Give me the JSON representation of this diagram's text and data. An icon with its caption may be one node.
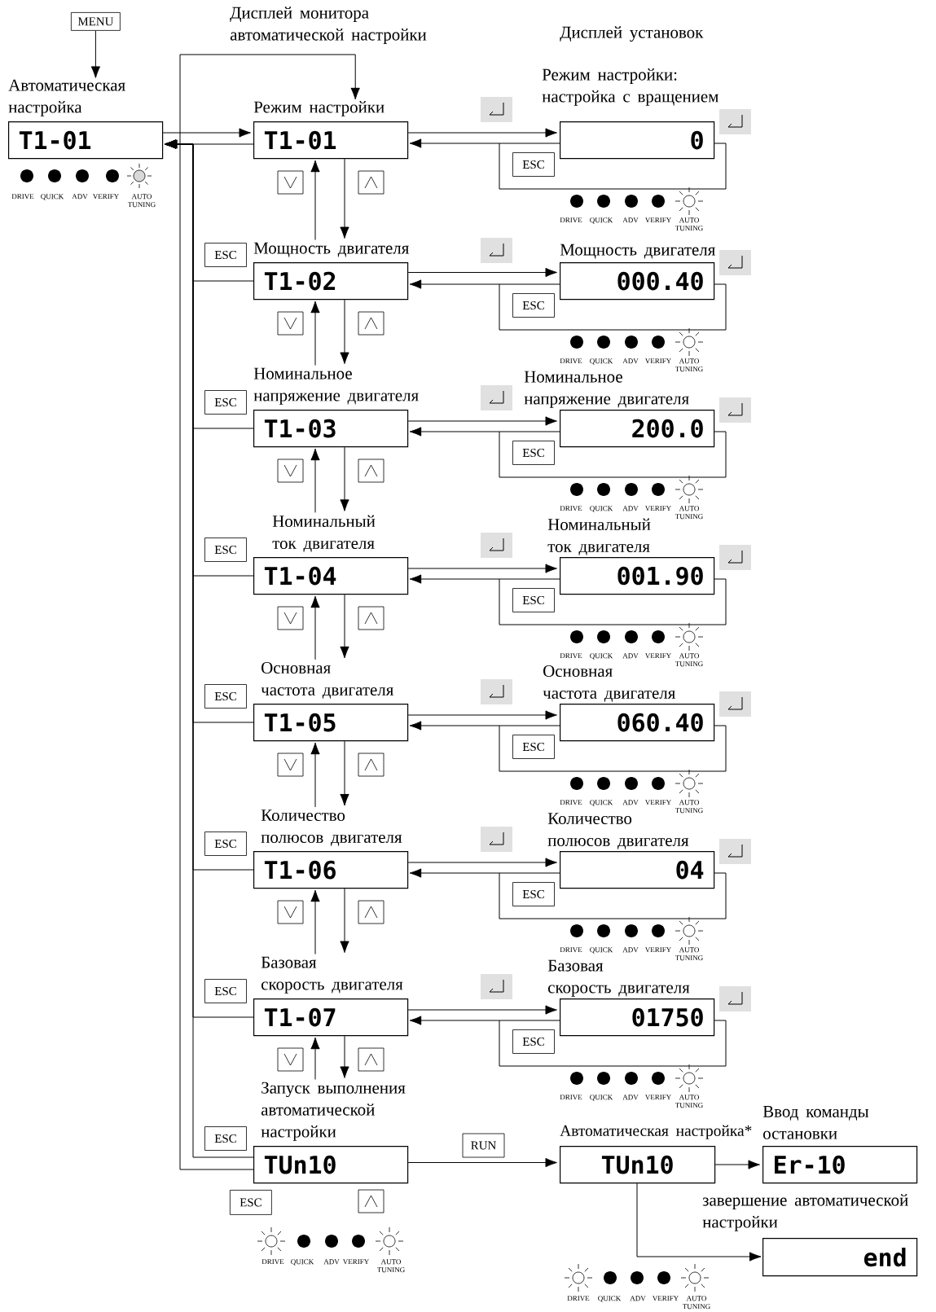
{
  "diagram": {
    "nodes": [
      {
        "text": [
          "MENU"
        ]
      },
      {
        "text": [
          "Автоматическая настройка",
          "T1-01"
        ]
      },
      {
        "text": [
          "Режим настройки",
          "T1-01"
        ]
      },
      {
        "text": [
          "Режим настройки: настройка с вращением",
          "0"
        ]
      },
      {
        "text": [
          "Мощность двигателя",
          "T1-02"
        ]
      },
      {
        "text": [
          "Мощность двигателя",
          "000.40"
        ]
      },
      {
        "text": [
          "Номинальное напряжение двигателя",
          "T1-03"
        ]
      },
      {
        "text": [
          "Номинальное напряжение двигателя",
          "200.0"
        ]
      },
      {
        "text": [
          "Номинальный ток двигателя",
          "T1-04"
        ]
      },
      {
        "text": [
          "Номинальный ток двигателя",
          "001.90"
        ]
      },
      {
        "text": [
          "Основная частота двигателя",
          "T1-05"
        ]
      },
      {
        "text": [
          "Основная частота двигателя",
          "060.40"
        ]
      },
      {
        "text": [
          "Количество полюсов двигателя",
          "T1-06"
        ]
      },
      {
        "text": [
          "Количество полюсов двигателя",
          "04"
        ]
      },
      {
        "text": [
          "Базовая скорость двигателя",
          "T1-07"
        ]
      },
      {
        "text": [
          "Базовая скорость двигателя",
          "01750"
        ]
      },
      {
        "text": [
          "Запуск выполнения автоматической настройки",
          "TUn10"
        ]
      },
      {
        "text": [
          "Автоматическая настройка*",
          "TUn10"
        ]
      },
      {
        "text": [
          "Ввод команды остановки",
          "Er-10"
        ]
      },
      {
        "text": [
          "завершение автоматической настройки",
          "end"
        ]
      },
      {
        "text": [
          "ESC"
        ]
      }
    ],
    "edges": [
      {
        "from": 0,
        "to": 1,
        "arrow": "to"
      },
      {
        "from": 1,
        "to": 2,
        "arrow": "to"
      },
      {
        "from": 2,
        "to": 1,
        "arrow": "to"
      },
      {
        "from": 2,
        "to": 3,
        "arrow": "to"
      },
      {
        "from": 3,
        "to": 2,
        "arrow": "to",
        "label": "ESC"
      },
      {
        "from": 4,
        "to": 5,
        "arrow": "to"
      },
      {
        "from": 5,
        "to": 4,
        "arrow": "to",
        "label": "ESC"
      },
      {
        "from": 6,
        "to": 7,
        "arrow": "to"
      },
      {
        "from": 7,
        "to": 6,
        "arrow": "to",
        "label": "ESC"
      },
      {
        "from": 8,
        "to": 9,
        "arrow": "to"
      },
      {
        "from": 9,
        "to": 8,
        "arrow": "to",
        "label": "ESC"
      },
      {
        "from": 10,
        "to": 11,
        "arrow": "to"
      },
      {
        "from": 11,
        "to": 10,
        "arrow": "to",
        "label": "ESC"
      },
      {
        "from": 12,
        "to": 13,
        "arrow": "to"
      },
      {
        "from": 13,
        "to": 12,
        "arrow": "to",
        "label": "ESC"
      },
      {
        "from": 14,
        "to": 15,
        "arrow": "to"
      },
      {
        "from": 15,
        "to": 14,
        "arrow": "to",
        "label": "ESC"
      },
      {
        "from": 4,
        "to": 1,
        "arrow": "to",
        "label": "ESC"
      },
      {
        "from": 6,
        "to": 1,
        "arrow": "to",
        "label": "ESC"
      },
      {
        "from": 8,
        "to": 1,
        "arrow": "to",
        "label": "ESC"
      },
      {
        "from": 10,
        "to": 1,
        "arrow": "to",
        "label": "ESC"
      },
      {
        "from": 12,
        "to": 1,
        "arrow": "to",
        "label": "ESC"
      },
      {
        "from": 14,
        "to": 1,
        "arrow": "to",
        "label": "ESC"
      },
      {
        "from": 16,
        "to": 1,
        "arrow": "to",
        "label": "ESC"
      },
      {
        "from": 2,
        "to": 4,
        "arrow": "to"
      },
      {
        "from": 4,
        "to": 2,
        "arrow": "to"
      },
      {
        "from": 4,
        "to": 6,
        "arrow": "to"
      },
      {
        "from": 6,
        "to": 4,
        "arrow": "to"
      },
      {
        "from": 6,
        "to": 8,
        "arrow": "to"
      },
      {
        "from": 8,
        "to": 6,
        "arrow": "to"
      },
      {
        "from": 8,
        "to": 10,
        "arrow": "to"
      },
      {
        "from": 10,
        "to": 8,
        "arrow": "to"
      },
      {
        "from": 10,
        "to": 12,
        "arrow": "to"
      },
      {
        "from": 12,
        "to": 10,
        "arrow": "to"
      },
      {
        "from": 12,
        "to": 14,
        "arrow": "to"
      },
      {
        "from": 14,
        "to": 12,
        "arrow": "to"
      },
      {
        "from": 14,
        "to": 16,
        "arrow": "to"
      },
      {
        "from": 16,
        "to": 14,
        "arrow": "to"
      },
      {
        "from": 16,
        "to": 2,
        "arrow": "to"
      },
      {
        "from": 16,
        "to": 17,
        "arrow": "to",
        "label": "RUN"
      },
      {
        "from": 17,
        "to": 18,
        "arrow": "to"
      },
      {
        "from": 17,
        "to": 19,
        "arrow": "to"
      }
    ],
    "labels": [
      "Дисплей монитора автоматической настройки",
      "Дисплей установок",
      "DRIVE",
      "QUICK",
      "ADV",
      "VERIFY",
      "AUTO TUNING",
      "DRIVE",
      "QUICK",
      "ADV",
      "VERIFY",
      "AUTO TUNING",
      "DRIVE",
      "QUICK",
      "ADV",
      "VERIFY",
      "AUTO TUNING",
      "DRIVE",
      "QUICK",
      "ADV",
      "VERIFY",
      "AUTO TUNING",
      "DRIVE",
      "QUICK",
      "ADV",
      "VERIFY",
      "AUTO TUNING",
      "DRIVE",
      "QUICK",
      "ADV",
      "VERIFY",
      "AUTO TUNING",
      "DRIVE",
      "QUICK",
      "ADV",
      "VERIFY",
      "AUTO TUNING",
      "DRIVE",
      "QUICK",
      "ADV",
      "VERIFY",
      "AUTO TUNING",
      "DRIVE",
      "QUICK",
      "ADV",
      "VERIFY",
      "AUTO TUNING",
      "DRIVE",
      "QUICK",
      "ADV",
      "VERIFY",
      "AUTO TUNING"
    ]
  }
}
